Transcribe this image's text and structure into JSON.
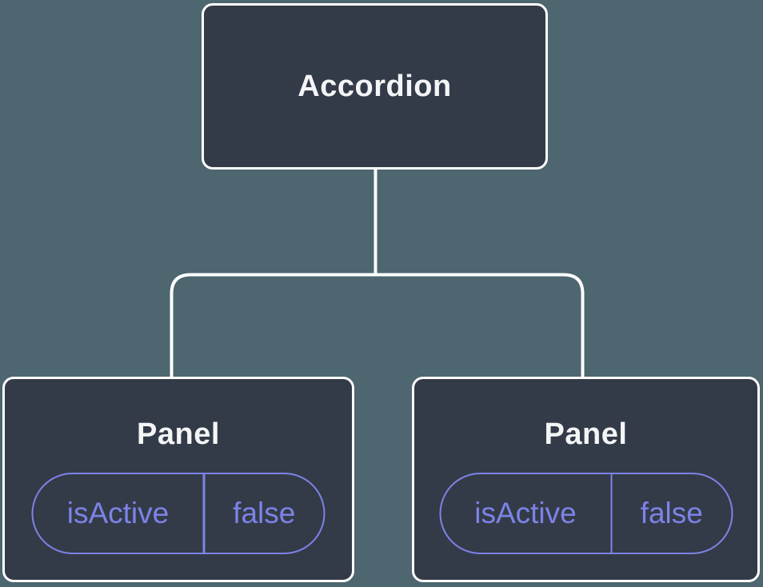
{
  "colors": {
    "background": "#4D6670",
    "node_fill": "#343B48",
    "node_border": "#FFFFFF",
    "node_text": "#F4F5F7",
    "accent": "#7C83E7"
  },
  "tree": {
    "root": {
      "label": "Accordion"
    },
    "children": [
      {
        "label": "Panel",
        "prop_name": "isActive",
        "prop_value": "false"
      },
      {
        "label": "Panel",
        "prop_name": "isActive",
        "prop_value": "false"
      }
    ]
  }
}
